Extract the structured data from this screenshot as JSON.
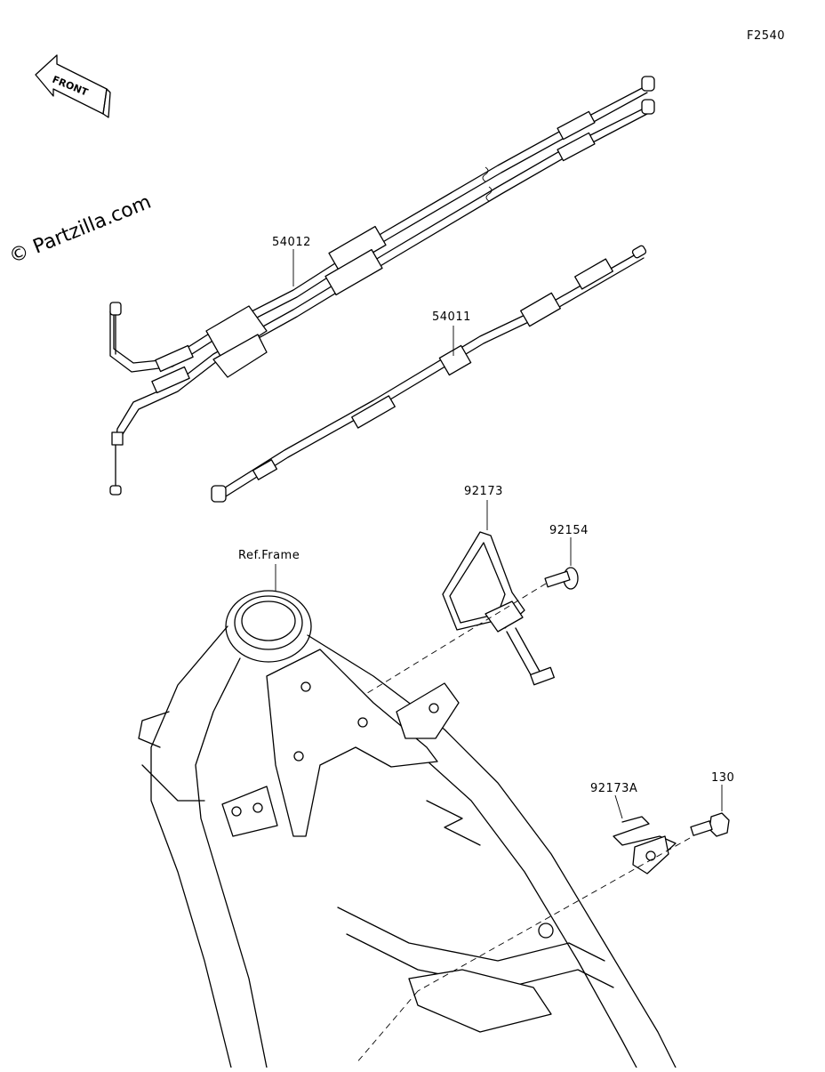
{
  "diagram": {
    "figure_code": "F2540",
    "watermark": "© Partzilla.com",
    "front_arrow_label": "FRONT",
    "callouts": {
      "throttle_cable": "54012",
      "clutch_cable": "54011",
      "cable_guide_upper": "92173",
      "bolt_flanged": "92154",
      "cable_guide_lower": "92173A",
      "bolt_lower": "130",
      "frame_reference": "Ref.Frame"
    }
  }
}
